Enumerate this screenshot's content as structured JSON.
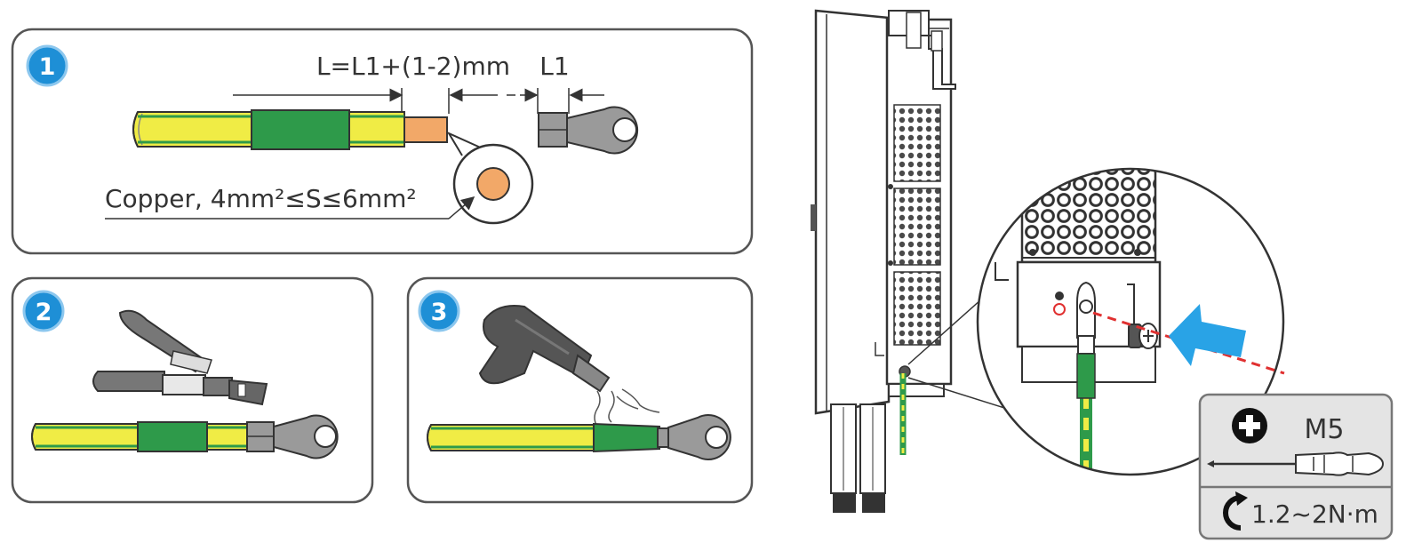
{
  "steps": [
    {
      "number": "1"
    },
    {
      "number": "2"
    },
    {
      "number": "3"
    }
  ],
  "step1": {
    "strip_length_label": "L=L1+(1-2)mm",
    "terminal_length_label": "L1",
    "conductor_spec": "Copper, 4mm²≤S≤6mm²"
  },
  "tool_panel": {
    "screw_size": "M5",
    "torque": "1.2~2N·m"
  },
  "colors": {
    "step_badge": "#1e8fd6",
    "cable_yellow": "#f0ec45",
    "sleeve_green": "#2e9a4a",
    "copper": "#f2a868",
    "terminal_gray": "#9a9a9a",
    "arrow_blue": "#29a3e6",
    "screw_line_red": "#e03030"
  },
  "icons": {
    "phillips": "phillips-head-icon",
    "screwdriver": "screwdriver-icon",
    "torque": "torque-rotate-icon"
  }
}
